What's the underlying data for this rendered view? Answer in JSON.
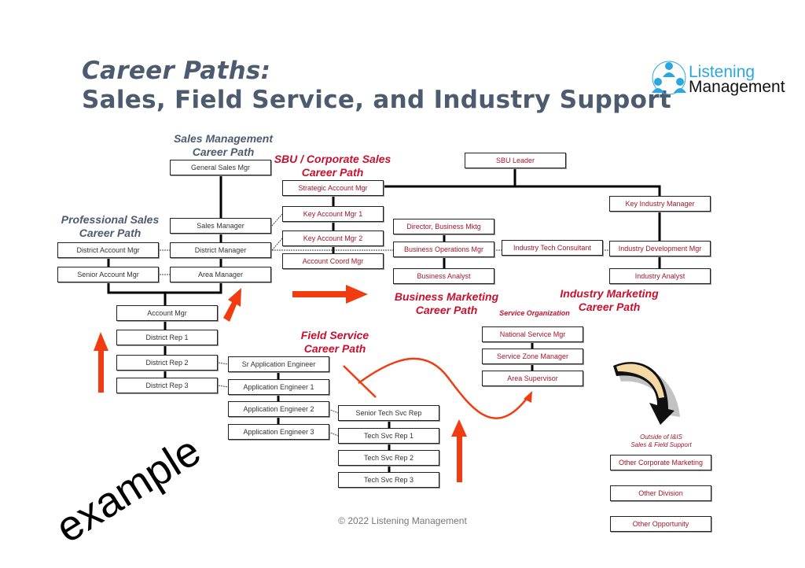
{
  "title": {
    "line1": "Career Paths:",
    "line2": "Sales, Field Service, and Industry Support"
  },
  "logo": {
    "line1": "Listening",
    "line2": "Management",
    "brand_color": "#2ba7e0"
  },
  "labels": {
    "sales_mgmt": [
      "Sales Management",
      "Career Path"
    ],
    "professional_sales": [
      "Professional Sales",
      "Career Path"
    ],
    "sbu_corporate": [
      "SBU / Corporate Sales",
      "Career Path"
    ],
    "business_marketing": [
      "Business Marketing",
      "Career Path"
    ],
    "industry_marketing": [
      "Industry Marketing",
      "Career Path"
    ],
    "field_service": [
      "Field Service",
      "Career Path"
    ],
    "service_org": "Service Organization",
    "outside": [
      "Outside of I&IS",
      "Sales & Field Support"
    ]
  },
  "boxes": {
    "general_sales_mgr": "General Sales Mgr",
    "sales_manager": "Sales Manager",
    "district_manager": "District Manager",
    "area_manager": "Area Manager",
    "district_account_mgr": "District Account Mgr",
    "senior_account_mgr": "Senior Account Mgr",
    "account_mgr": "Account Mgr",
    "district_rep_1": "District Rep 1",
    "district_rep_2": "District Rep 2",
    "district_rep_3": "District Rep 3",
    "sr_application_engineer": "Sr Application Engineer",
    "application_engineer_1": "Application Engineer 1",
    "application_engineer_2": "Application Engineer 2",
    "application_engineer_3": "Application Engineer 3",
    "senior_tech_svc_rep": "Senior Tech Svc Rep",
    "tech_svc_rep_1": "Tech Svc Rep 1",
    "tech_svc_rep_2": "Tech Svc Rep 2",
    "tech_svc_rep_3": "Tech Svc Rep 3",
    "strategic_account_mgr": "Strategic Account Mgr",
    "key_account_mgr_1": "Key Account Mgr 1",
    "key_account_mgr_2": "Key Account Mgr 2",
    "account_coord_mgr": "Account Coord Mgr",
    "sbu_leader": "SBU Leader",
    "director_business_mktg": "Director, Business Mktg",
    "business_operations_mgr": "Business Operations Mgr",
    "business_analyst": "Business Analyst",
    "industry_tech_consultant": "Industry Tech Consultant",
    "key_industry_manager": "Key Industry Manager",
    "industry_development_mgr": "Industry Development Mgr",
    "industry_analyst": "Industry Analyst",
    "national_service_mgr": "National Service Mgr",
    "service_zone_manager": "Service Zone Manager",
    "area_supervisor": "Area Supervisor",
    "other_corporate_marketing": "Other Corporate Marketing",
    "other_division": "Other Division",
    "other_opportunity": "Other Opportunity"
  },
  "watermark": "example",
  "footer": "© 2022 Listening Management",
  "colors": {
    "title": "#4d5b6e",
    "accent_red": "#c8102e",
    "arrow": "#f03c10"
  }
}
